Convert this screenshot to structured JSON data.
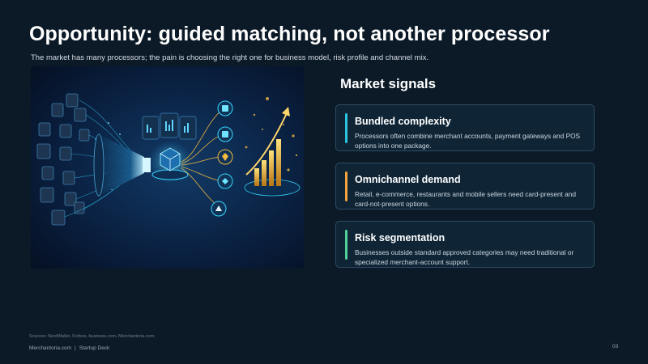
{
  "slide": {
    "title": "Opportunity: guided matching, not another processor",
    "subtitle": "The market has many processors; the pain is choosing the right one for business model, risk profile and channel mix.",
    "signals_heading": "Market signals",
    "cards": [
      {
        "title": "Bundled complexity",
        "body": "Processors often combine merchant accounts, payment gateways and POS options into one package.",
        "accent": "#2bc4e0"
      },
      {
        "title": "Omnichannel demand",
        "body": "Retail, e-commerce, restaurants and mobile sellers need card-present and card-not-present options.",
        "accent": "#f2a33a"
      },
      {
        "title": "Risk segmentation",
        "body": "Businesses outside standard approved categories may need traditional or specialized merchant-account support.",
        "accent": "#4fd19a"
      }
    ],
    "sources": "Sources: NerdWallet, Forbes, business.com, Merchantoria.com.",
    "footer_brand": "Merchantoria.com",
    "footer_separator": "|",
    "footer_deck": "Startup Deck",
    "page_number": "03"
  },
  "colors": {
    "background": "#0c1a27",
    "card_fill": "#0f2536",
    "card_border": "#2d4b63",
    "glow_cyan": "#37d6ff",
    "glow_gold": "#f5b941"
  },
  "illustration": {
    "icon": "funnel-matching-illustration"
  }
}
